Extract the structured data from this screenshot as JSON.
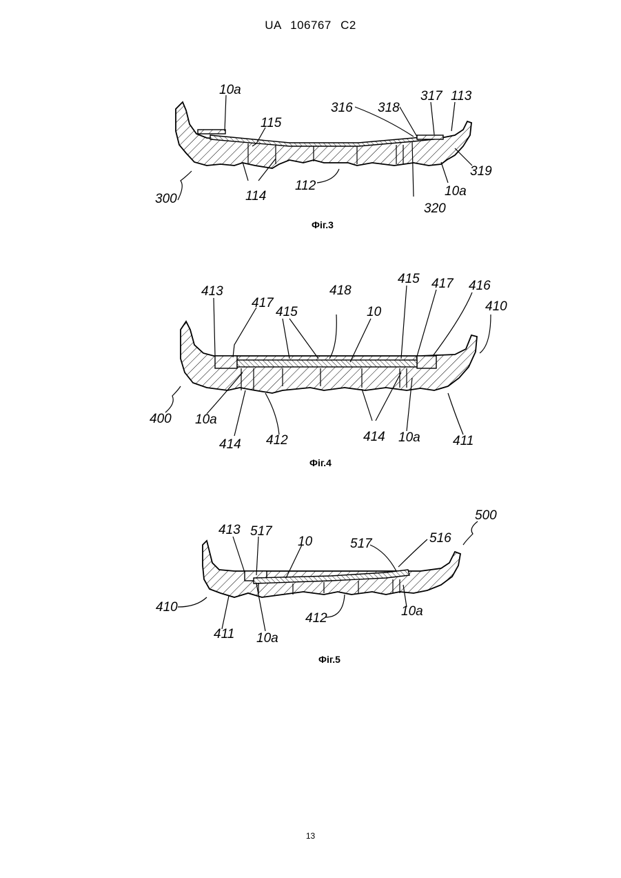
{
  "header": {
    "country": "UA",
    "number": "106767",
    "kind": "C2"
  },
  "page_number": "13",
  "figures": [
    {
      "caption": "Фіг.3",
      "labels": {
        "l300": "300",
        "l10a_top": "10a",
        "l115": "115",
        "l114": "114",
        "l112": "112",
        "l316": "316",
        "l318": "318",
        "l317": "317",
        "l113": "113",
        "l319": "319",
        "l10a_right": "10a",
        "l320": "320"
      }
    },
    {
      "caption": "Фіг.4",
      "labels": {
        "l413": "413",
        "l417a": "417",
        "l415a": "415",
        "l418": "418",
        "l10": "10",
        "l415b": "415",
        "l417b": "417",
        "l416": "416",
        "l410": "410",
        "l400": "400",
        "l10a_left": "10a",
        "l414a": "414",
        "l412": "412",
        "l414b": "414",
        "l10a_right": "10a",
        "l411": "411"
      }
    },
    {
      "caption": "Фіг.5",
      "labels": {
        "l413": "413",
        "l517a": "517",
        "l10": "10",
        "l517b": "517",
        "l516": "516",
        "l500": "500",
        "l410": "410",
        "l411": "411",
        "l10a_left": "10a",
        "l412": "412",
        "l10a_right": "10a"
      }
    }
  ]
}
